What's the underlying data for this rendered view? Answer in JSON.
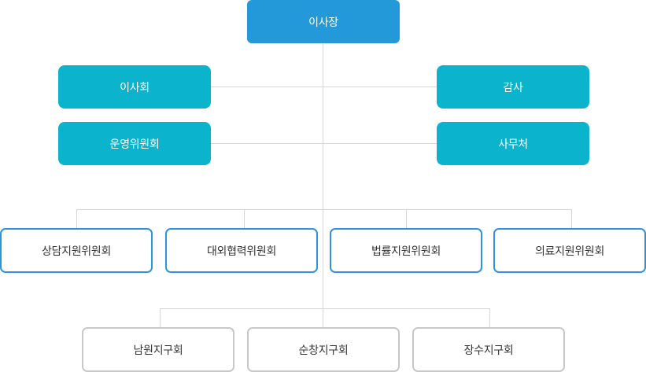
{
  "org_chart": {
    "top": {
      "label": "이사장"
    },
    "left_support": [
      {
        "label": "이사회"
      },
      {
        "label": "운영위원회"
      }
    ],
    "right_support": [
      {
        "label": "감사"
      },
      {
        "label": "사무처"
      }
    ],
    "committees": [
      {
        "label": "상담지원위원회"
      },
      {
        "label": "대외협력위원회"
      },
      {
        "label": "법률지원위원회"
      },
      {
        "label": "의료지원위원회"
      }
    ],
    "districts": [
      {
        "label": "남원지구회"
      },
      {
        "label": "순창지구회"
      },
      {
        "label": "장수지구회"
      }
    ]
  },
  "colors": {
    "top_fill": "#2399d9",
    "support_fill": "#0bb4cc",
    "committee_border": "#2f93d6",
    "district_border": "#c8c8c8",
    "connector": "#d6d6d6",
    "box_text_light": "#ffffff",
    "box_text_dark": "#333333"
  }
}
